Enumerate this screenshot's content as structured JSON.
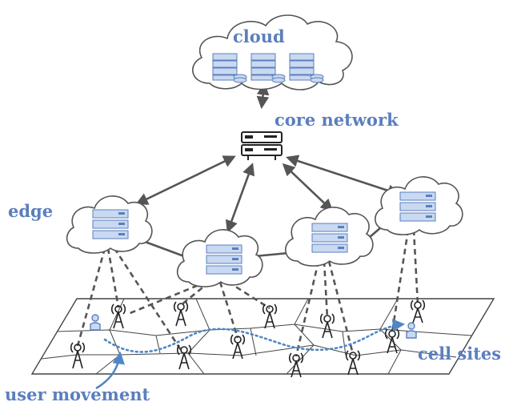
{
  "labels": {
    "cloud": "cloud",
    "core_network": "core network",
    "edge": "edge",
    "cell_sites": "cell sites",
    "user_movement": "user movement"
  },
  "colors": {
    "label": "#5b7fbe",
    "server_fill": "#c9d9f1",
    "server_stroke": "#5b7fbe",
    "line": "#555555",
    "path": "#4f86c6"
  }
}
